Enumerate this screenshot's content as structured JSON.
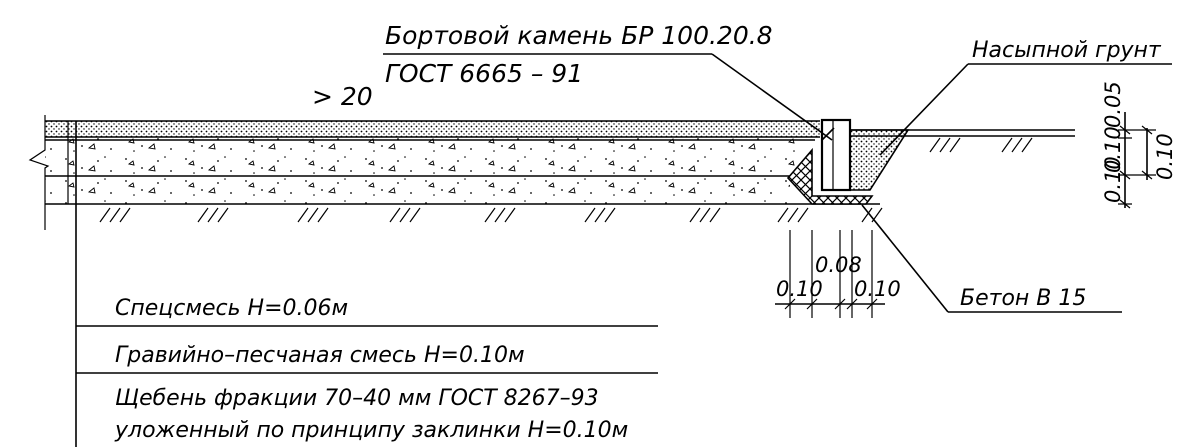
{
  "callouts": {
    "curb_line1": "Бортовой камень БР 100.20.8",
    "curb_line2": "ГОСТ 6665 – 91",
    "fill_soil": "Насыпной грунт",
    "concrete": "Бетон   В 15",
    "slope": "> 20"
  },
  "layers": [
    {
      "text": "Спецсмесь   Н=0.06м"
    },
    {
      "text": "Гравийно–песчаная смесь     Н=0.10м"
    },
    {
      "text": "Щебень фракции 70–40 мм ГОСТ 8267–93"
    },
    {
      "text": "уложенный по принципу заклинки   Н=0.10м"
    }
  ],
  "dimensions": {
    "right_top": "0.05",
    "right_mid": "0.10",
    "right_low": "0.10",
    "right_span": "0.10",
    "bottom_left": "0.10",
    "bottom_mid": "0.08",
    "bottom_right": "0.10"
  }
}
